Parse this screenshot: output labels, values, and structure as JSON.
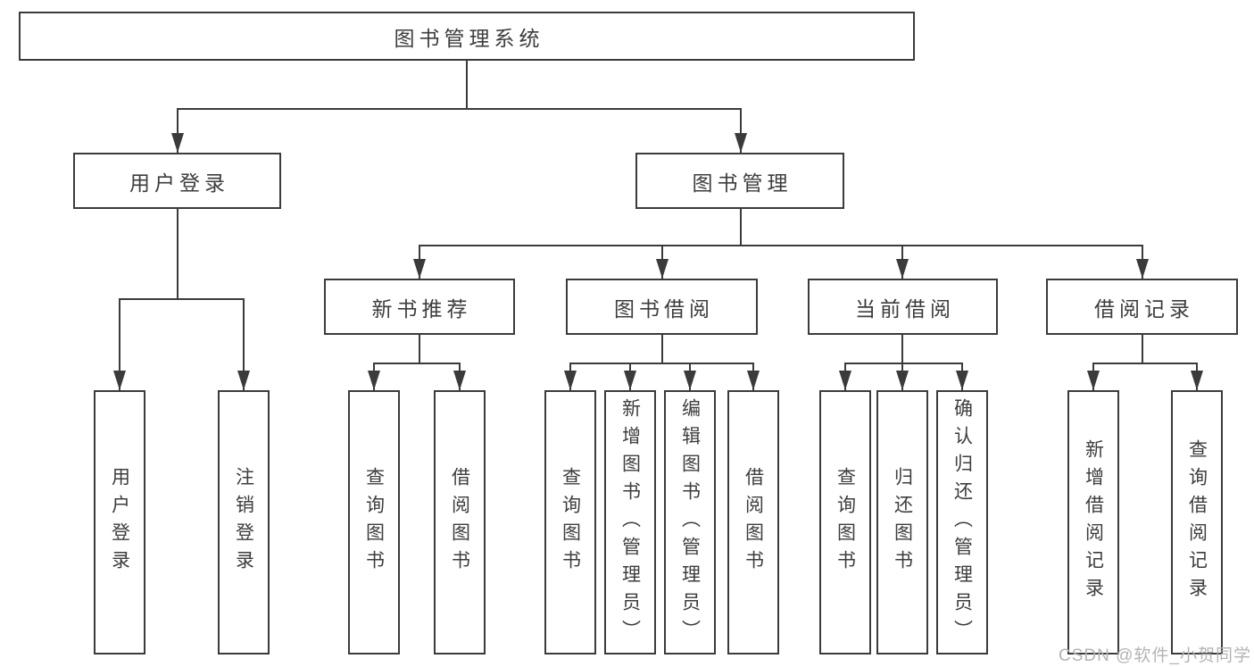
{
  "colors": {
    "line": "#3b3b3b",
    "text": "#3d3d3d",
    "background": "#ffffff",
    "watermark": "#b4b4b4"
  },
  "watermark": {
    "text": "CSDN @软件_小贺同学"
  },
  "tree": {
    "label": "图书管理系统",
    "children": [
      {
        "label": "用户登录",
        "children": [
          {
            "label": "用户登录"
          },
          {
            "label": "注销登录"
          }
        ]
      },
      {
        "label": "图书管理",
        "children": [
          {
            "label": "新书推荐",
            "children": [
              {
                "label": "查询图书"
              },
              {
                "label": "借阅图书"
              }
            ]
          },
          {
            "label": "图书借阅",
            "children": [
              {
                "label": "查询图书"
              },
              {
                "label": "新增图书（管理员）"
              },
              {
                "label": "编辑图书（管理员）"
              },
              {
                "label": "借阅图书"
              }
            ]
          },
          {
            "label": "当前借阅",
            "children": [
              {
                "label": "查询图书"
              },
              {
                "label": "归还图书"
              },
              {
                "label": "确认归还（管理员）"
              }
            ]
          },
          {
            "label": "借阅记录",
            "children": [
              {
                "label": "新增借阅记录"
              },
              {
                "label": "查询借阅记录"
              }
            ]
          }
        ]
      }
    ]
  }
}
